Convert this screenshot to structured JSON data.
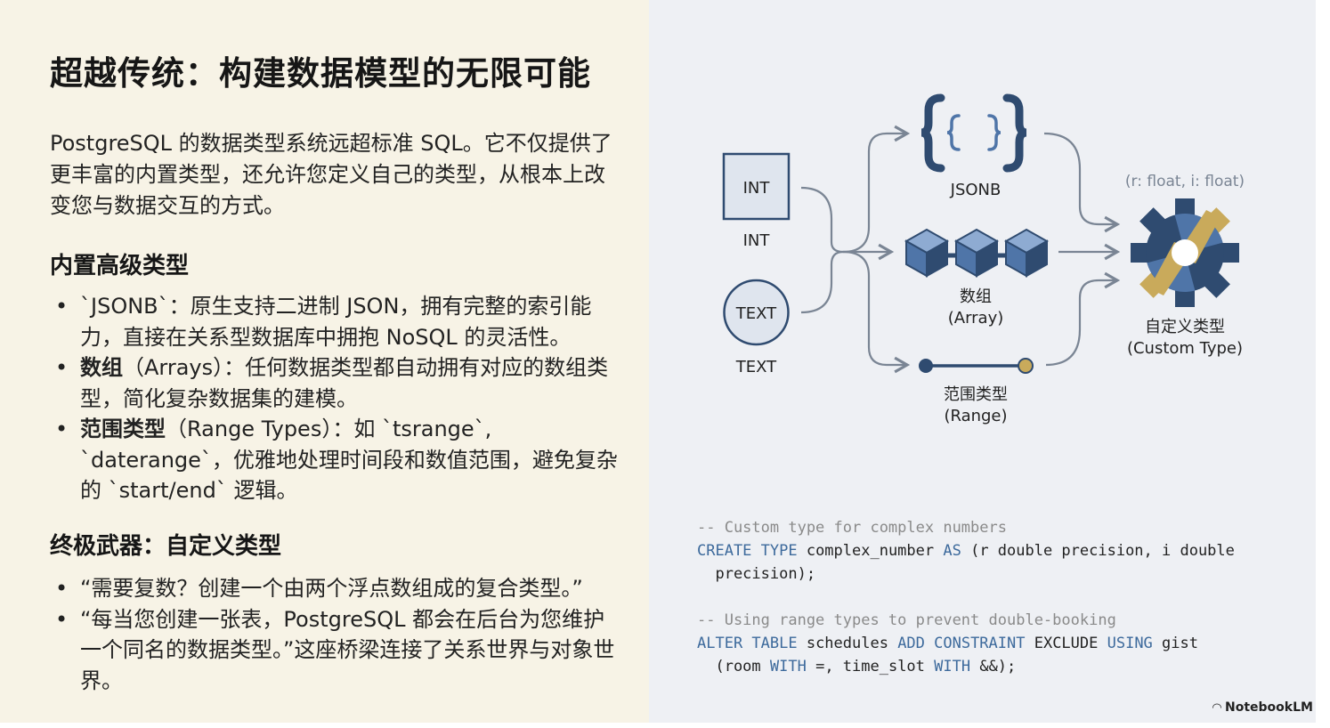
{
  "title": "超越传统：构建数据模型的无限可能",
  "intro": "PostgreSQL 的数据类型系统远超标准 SQL。它不仅提供了更丰富的内置类型，还允许您定义自己的类型，从根本上改变您与数据交互的方式。",
  "section1": {
    "heading": "内置高级类型",
    "items": [
      {
        "bold": "",
        "text": "`JSONB`：原生支持二进制 JSON，拥有完整的索引能力，直接在关系型数据库中拥抱 NoSQL 的灵活性。"
      },
      {
        "bold": "数组",
        "text": "（Arrays）：任何数据类型都自动拥有对应的数组类型，简化复杂数据集的建模。"
      },
      {
        "bold": "范围类型",
        "text": "（Range Types）：如 `tsrange`, `daterange`，优雅地处理时间段和数值范围，避免复杂的 `start/end` 逻辑。"
      }
    ]
  },
  "section2": {
    "heading": "终极武器：自定义类型",
    "items": [
      {
        "text": "“需要复数？创建一个由两个浮点数组成的复合类型。”"
      },
      {
        "text": "“每当您创建一张表，PostgreSQL 都会在后台为您维护一个同名的数据类型。”这座桥梁连接了关系世界与对象世界。"
      }
    ]
  },
  "diagram": {
    "int_box": "INT",
    "int_label": "INT",
    "text_box": "TEXT",
    "text_label": "TEXT",
    "jsonb_label": "JSONB",
    "array_label_cn": "数组",
    "array_label_en": "(Array)",
    "range_label_cn": "范围类型",
    "range_label_en": "(Range)",
    "custom_sig": "(r: float, i: float)",
    "custom_label_cn": "自定义类型",
    "custom_label_en": "(Custom Type)",
    "colors": {
      "navy": "#2f4b70",
      "blue": "#4f75a8",
      "gold": "#c9aa5b",
      "line": "#7a8594"
    },
    "icons": [
      "braces-icon",
      "cubes-icon",
      "range-icon",
      "gear-icon"
    ]
  },
  "code": {
    "comment1": "-- Custom type for complex numbers",
    "l1_kw1": "CREATE TYPE",
    "l1_t1": " complex_number ",
    "l1_kw2": "AS",
    "l1_t2": " (r double precision, i double",
    "l2": "  precision);",
    "comment2": "-- Using range types to prevent double-booking",
    "l3_kw1": "ALTER TABLE",
    "l3_t1": " schedules ",
    "l3_kw2": "ADD CONSTRAINT",
    "l3_t2": " EXCLUDE ",
    "l3_kw3": "USING",
    "l3_t3": " gist",
    "l4_t1": "  (room ",
    "l4_kw1": "WITH",
    "l4_t2": " =, time_slot ",
    "l4_kw2": "WITH",
    "l4_t3": " &&);"
  },
  "brand": "NotebookLM"
}
